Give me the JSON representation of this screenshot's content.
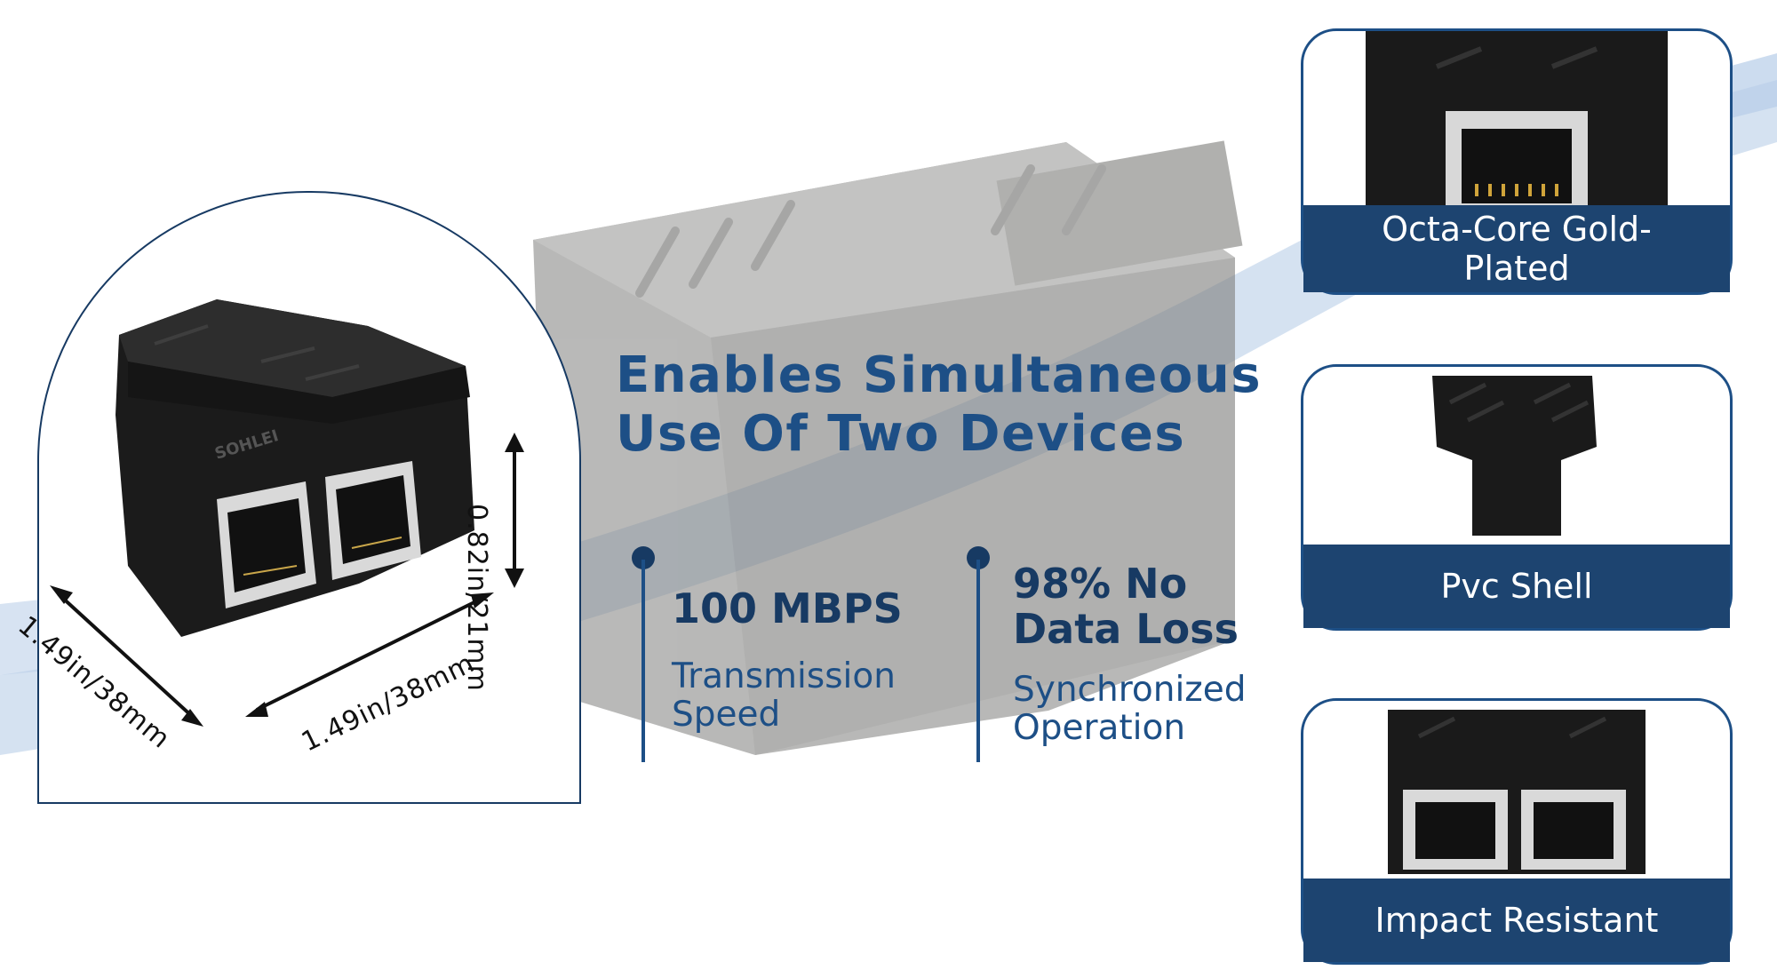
{
  "headline": {
    "line1": "Enables Simultaneous",
    "line2": "Use Of Two Devices"
  },
  "stats": [
    {
      "title": "100 MBPS",
      "subtitle_line1": "Transmission",
      "subtitle_line2": "Speed"
    },
    {
      "title_line1": "98% No",
      "title_line2": "Data Loss",
      "subtitle_line1": "Synchronized",
      "subtitle_line2": "Operation"
    }
  ],
  "dimensions": {
    "height": "0.82in/21mm",
    "width": "1.49in/38mm",
    "depth": "1.49in/38mm"
  },
  "brand_mark": "SOHLEI",
  "features": [
    {
      "label_line1": "Octa-Core Gold-",
      "label_line2": "Plated"
    },
    {
      "label": "Pvc Shell"
    },
    {
      "label": "Impact Resistant"
    }
  ],
  "colors": {
    "navy": "#173a63",
    "blue": "#1d4f86",
    "banner": "#1d4470",
    "cable": "#a9c4e4"
  }
}
